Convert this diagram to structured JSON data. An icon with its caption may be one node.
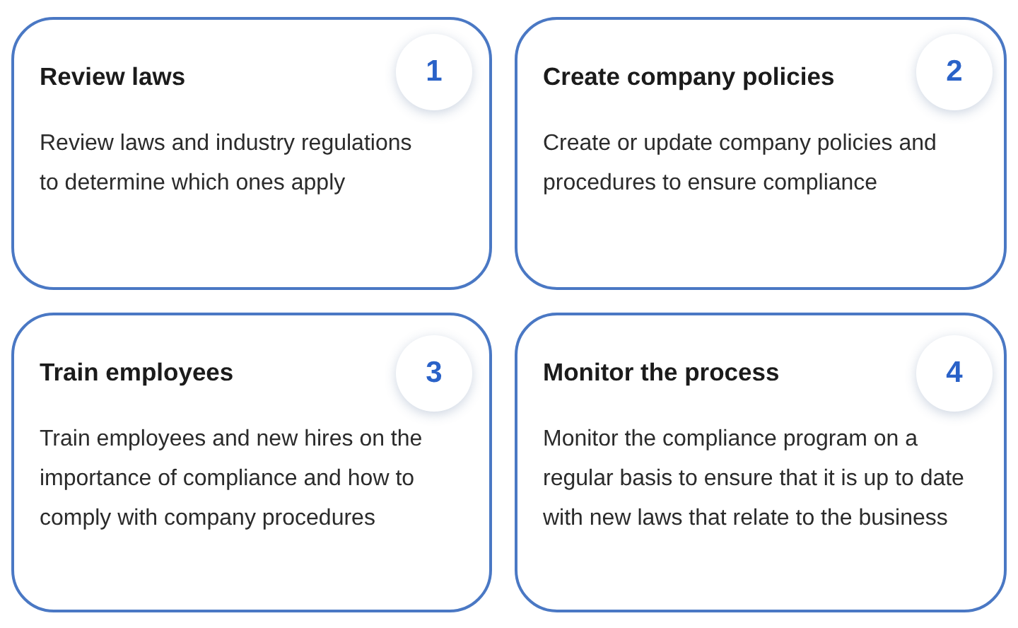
{
  "diagram": {
    "nodes": [
      {
        "text": [
          "Review laws",
          "Review laws and industry regulations to determine which ones apply"
        ]
      },
      {
        "text": [
          "1"
        ],
        "in": 0
      },
      {
        "text": [
          "Create company policies",
          "Create or update company policies and procedures to ensure compliance"
        ]
      },
      {
        "text": [
          "2"
        ],
        "in": 2
      },
      {
        "text": [
          "Train employees",
          "Train employees and new hires on the importance of compliance and how to comply with company procedures"
        ]
      },
      {
        "text": [
          "3"
        ],
        "in": 4
      },
      {
        "text": [
          "Monitor the process",
          "Monitor the compliance program on a regular basis to ensure that it is up to date with new laws that relate to the business"
        ]
      },
      {
        "text": [
          "4"
        ],
        "in": 6
      }
    ],
    "edges": []
  }
}
